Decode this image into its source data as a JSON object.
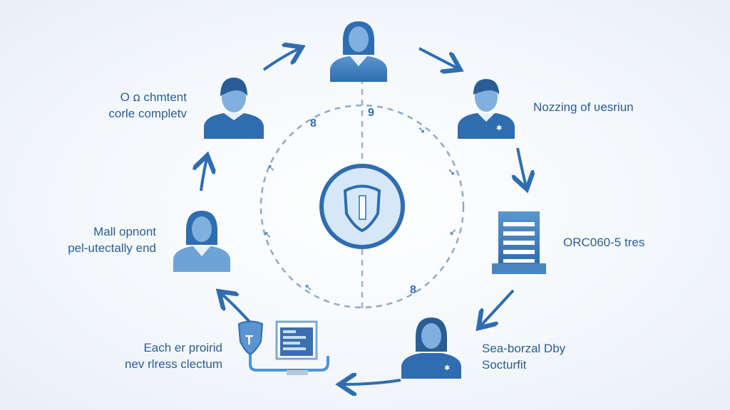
{
  "labels": {
    "top_left": [
      "O ꭥ chmtent",
      "corle completv"
    ],
    "top_right": [
      "Nozzing of ʋesriun"
    ],
    "right": [
      "ORC060-5 tres"
    ],
    "bottom_right": [
      "Sea-borzal Dby",
      "Socturfit"
    ],
    "left": [
      "Mall opnont",
      "pel-utectally end"
    ],
    "bottom_left": [
      "Each er proirid",
      "nev rlress clectum"
    ]
  },
  "ring_numbers": [
    "9",
    "8",
    "8"
  ],
  "colors": {
    "primary": "#2f6db0",
    "light": "#6ea3d8",
    "pale": "#d6e8f7",
    "text": "#2a5d95"
  }
}
